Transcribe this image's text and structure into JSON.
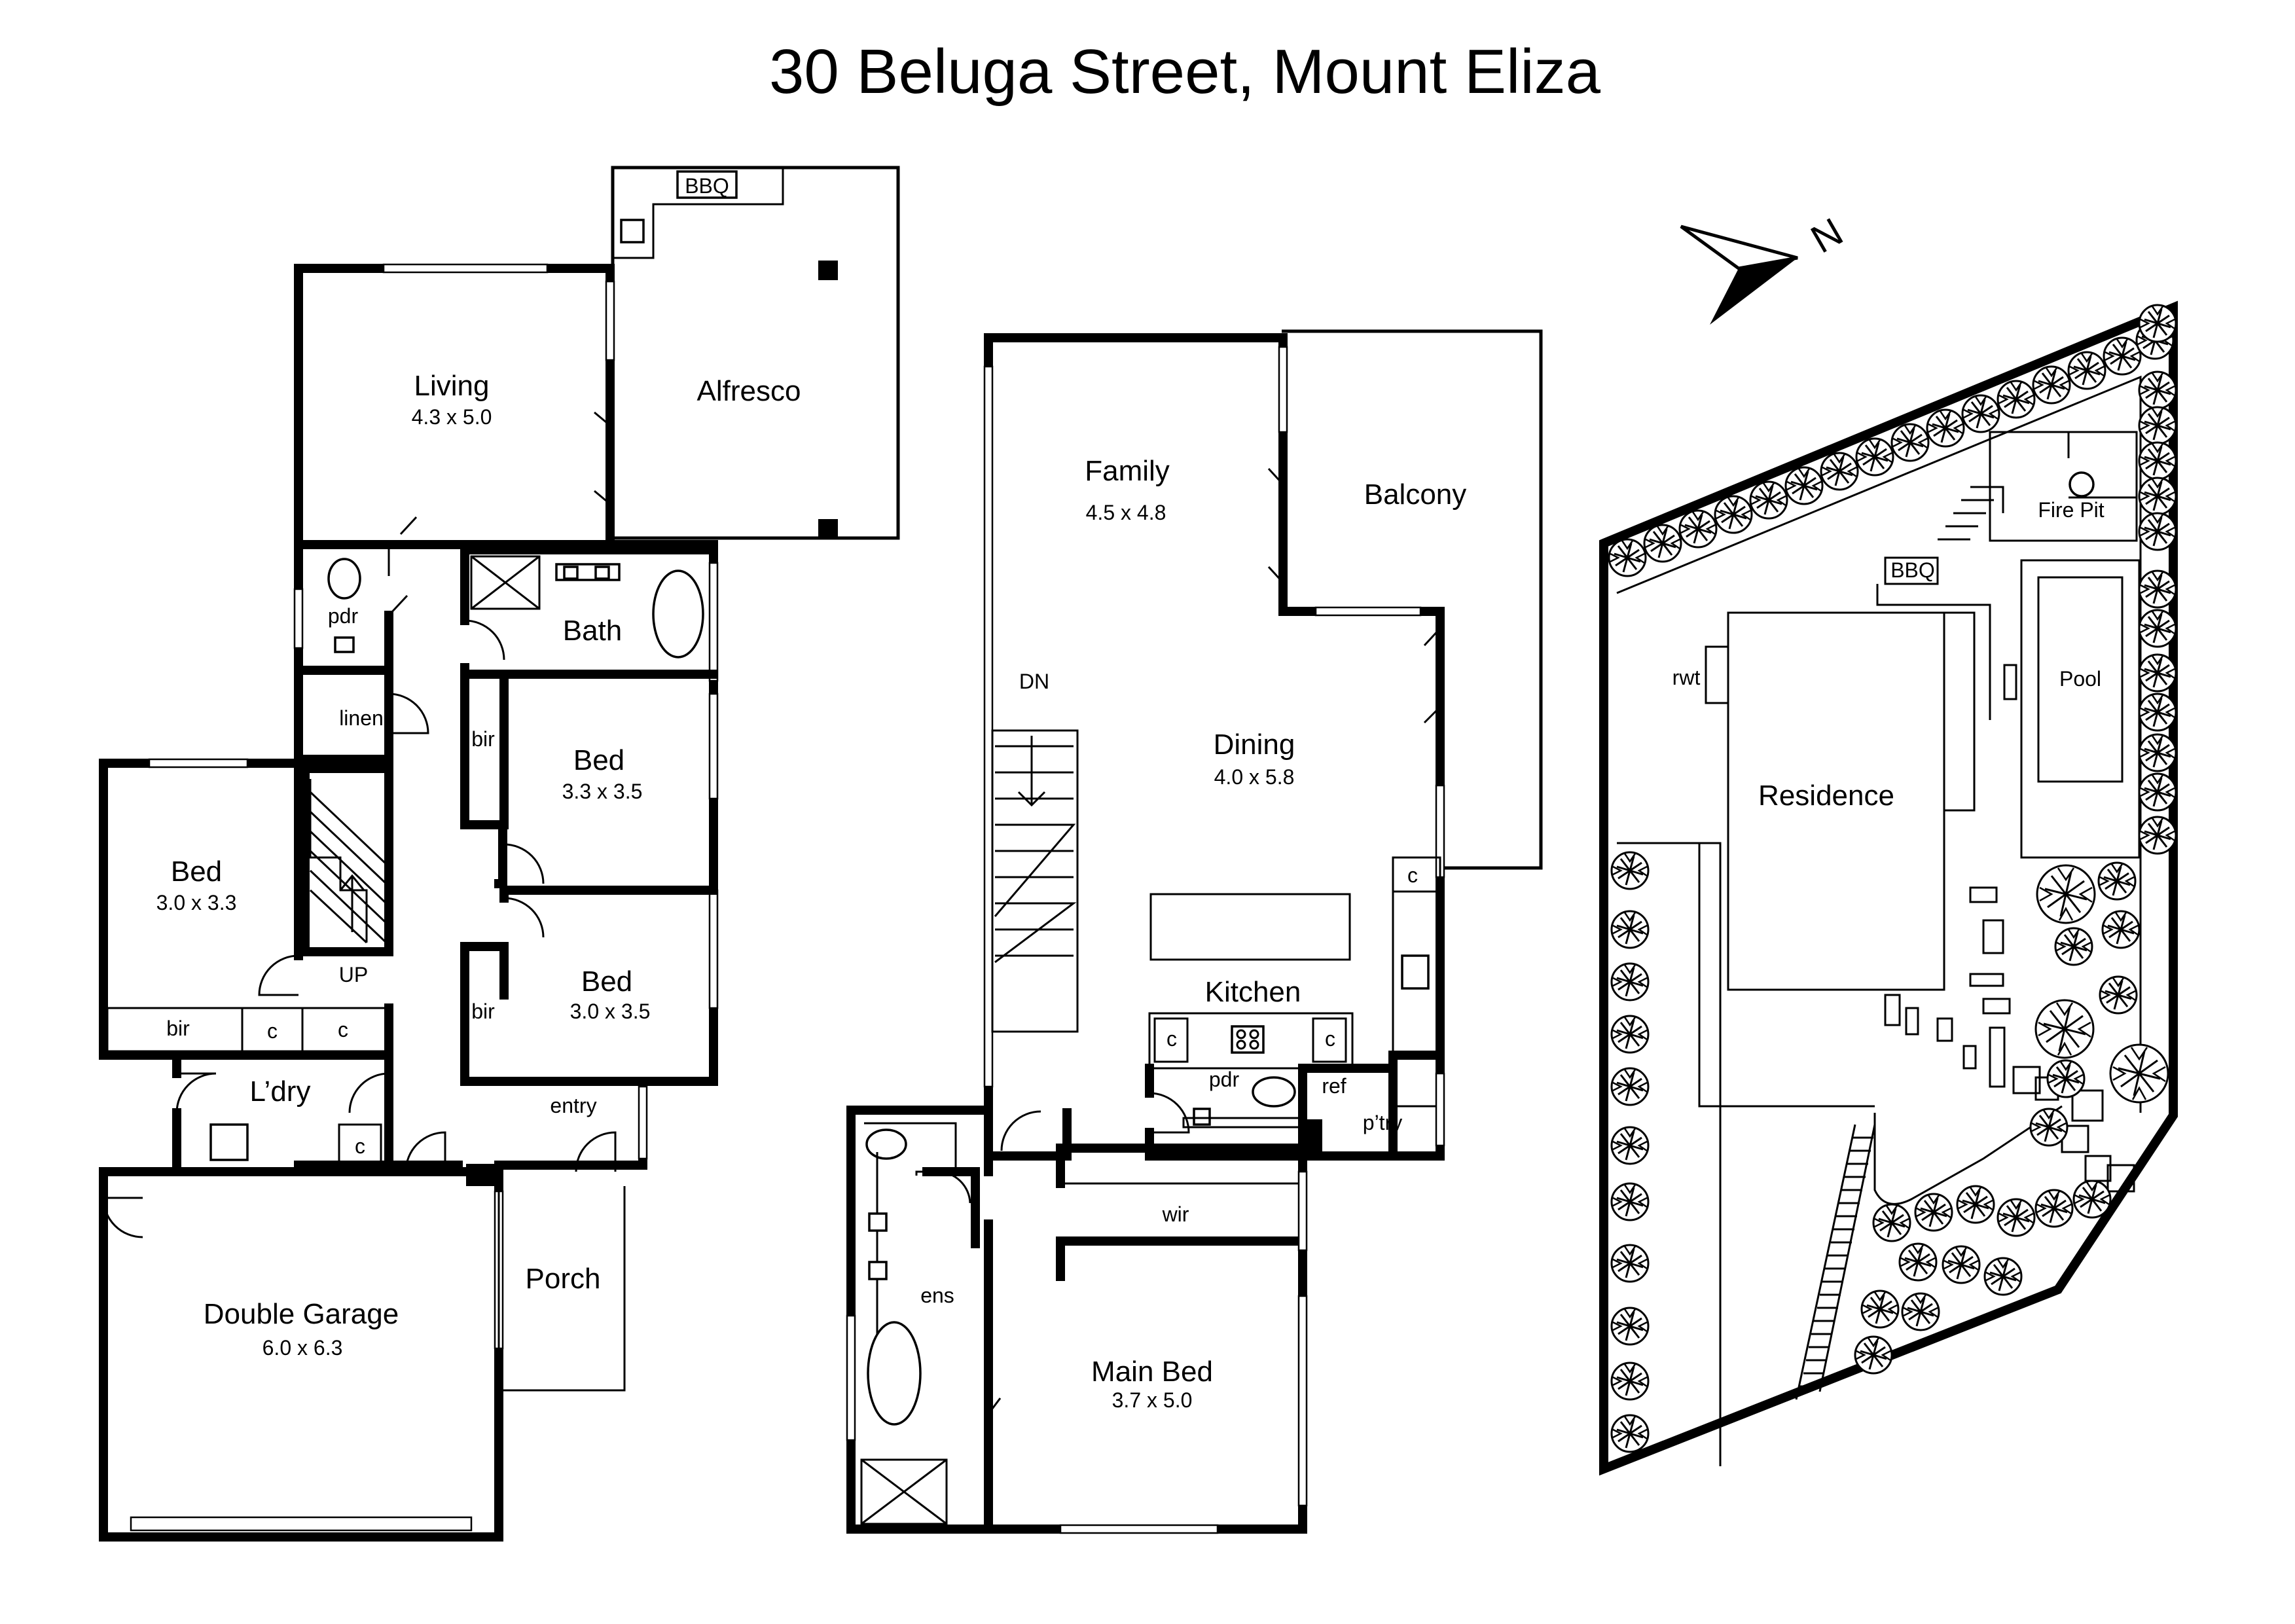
{
  "title": "30 Beluga Street, Mount Eliza",
  "compass": {
    "label": "N"
  },
  "ground_floor": {
    "living": {
      "name": "Living",
      "dims": "4.3 x 5.0"
    },
    "alfresco": {
      "name": "Alfresco",
      "bbq": "BBQ"
    },
    "pdr": "pdr",
    "bath": "Bath",
    "linen": "linen",
    "bed2": {
      "name": "Bed",
      "dims": "3.3 x 3.5",
      "bir": "bir"
    },
    "bed3": {
      "name": "Bed",
      "dims": "3.0 x 3.5",
      "bir": "bir"
    },
    "bed4": {
      "name": "Bed",
      "dims": "3.0 x 3.3",
      "bir": "bir",
      "c1": "c",
      "c2": "c"
    },
    "stair": "UP",
    "laundry": {
      "name": "L’dry",
      "c": "c"
    },
    "entry": "entry",
    "porch": "Porch",
    "garage": {
      "name": "Double Garage",
      "dims": "6.0 x 6.3"
    }
  },
  "first_floor": {
    "family": {
      "name": "Family",
      "dims": "4.5 x 4.8"
    },
    "balcony": "Balcony",
    "stair": "DN",
    "dining": {
      "name": "Dining",
      "dims": "4.0 x 5.8"
    },
    "kitchen": {
      "name": "Kitchen",
      "c1": "c",
      "c2": "c",
      "c3": "c"
    },
    "pdr": "pdr",
    "ref": "ref",
    "pantry": "p’try",
    "wir": "wir",
    "ens": "ens",
    "main_bed": {
      "name": "Main Bed",
      "dims": "3.7 x 5.0"
    }
  },
  "site": {
    "fire_pit": "Fire Pit",
    "bbq": "BBQ",
    "rwt": "rwt",
    "pool": "Pool",
    "residence": "Residence"
  }
}
